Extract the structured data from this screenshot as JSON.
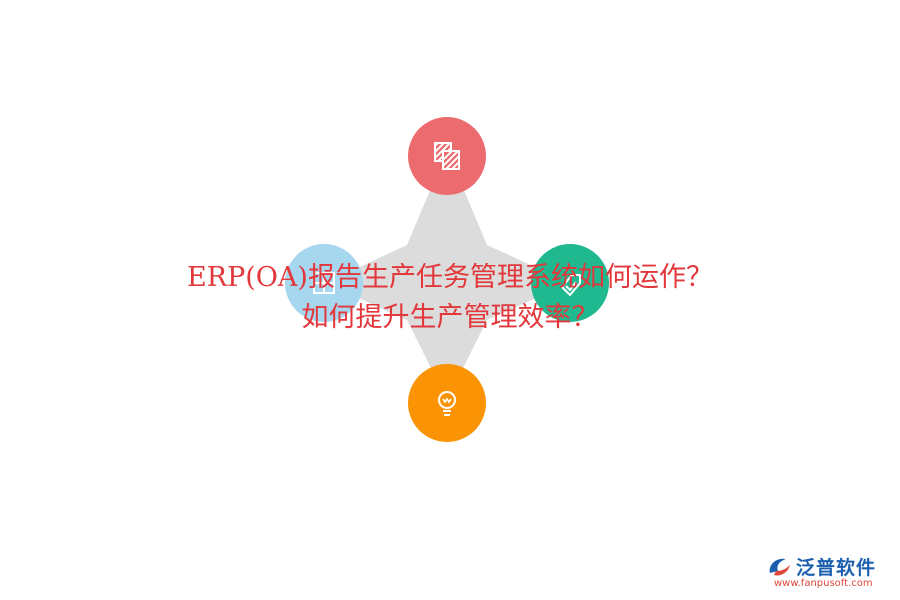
{
  "title": {
    "line1": "ERP(OA)报告生产任务管理系统如何运作？",
    "line2": "如何提升生产管理效率？"
  },
  "diagram": {
    "nodes": [
      {
        "position": "top",
        "icon": "striped-document-icon",
        "color": "#ec6b6e"
      },
      {
        "position": "left",
        "icon": "grid-chart-icon",
        "color": "#a7d7ef"
      },
      {
        "position": "right",
        "icon": "tag-check-icon",
        "color": "#1fb88f"
      },
      {
        "position": "bottom",
        "icon": "lightbulb-icon",
        "color": "#fa9404"
      }
    ],
    "star_color": "#dcdcdc"
  },
  "logo": {
    "name": "泛普软件",
    "url": "www.fanpusoft.com"
  }
}
